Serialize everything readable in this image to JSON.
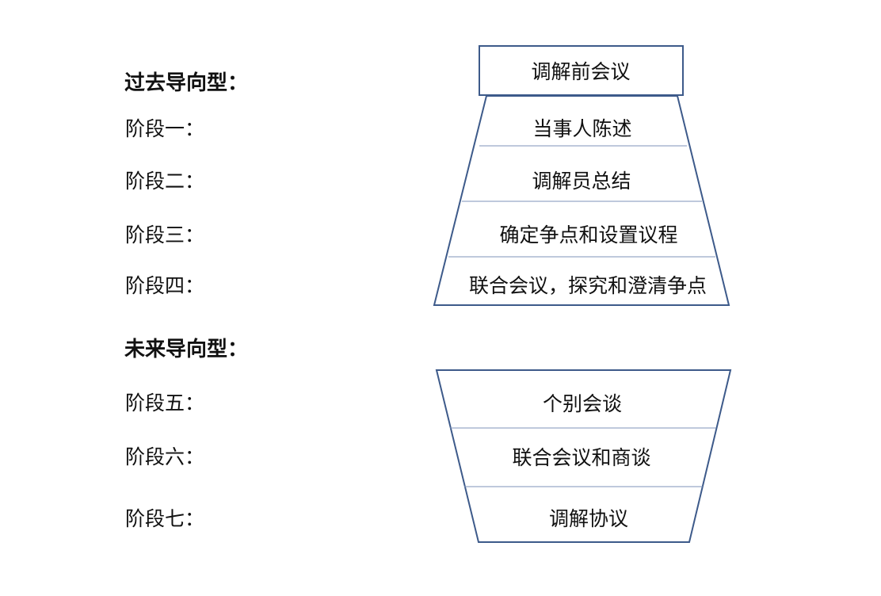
{
  "past_oriented": {
    "title": "过去导向型：",
    "stages": [
      "阶段一：",
      "阶段二：",
      "阶段三：",
      "阶段四："
    ],
    "top_box": "调解前会议",
    "funnel": [
      "当事人陈述",
      "调解员总结",
      "确定争点和设置议程",
      "联合会议，探究和澄清争点"
    ]
  },
  "future_oriented": {
    "title": "未来导向型：",
    "stages": [
      "阶段五：",
      "阶段六：",
      "阶段七："
    ],
    "funnel": [
      "个别会谈",
      "联合会议和商谈",
      "调解协议"
    ]
  },
  "colors": {
    "outline": "#3d5a8a",
    "divider": "#7f93b8",
    "text": "#111111",
    "background": "#ffffff"
  }
}
